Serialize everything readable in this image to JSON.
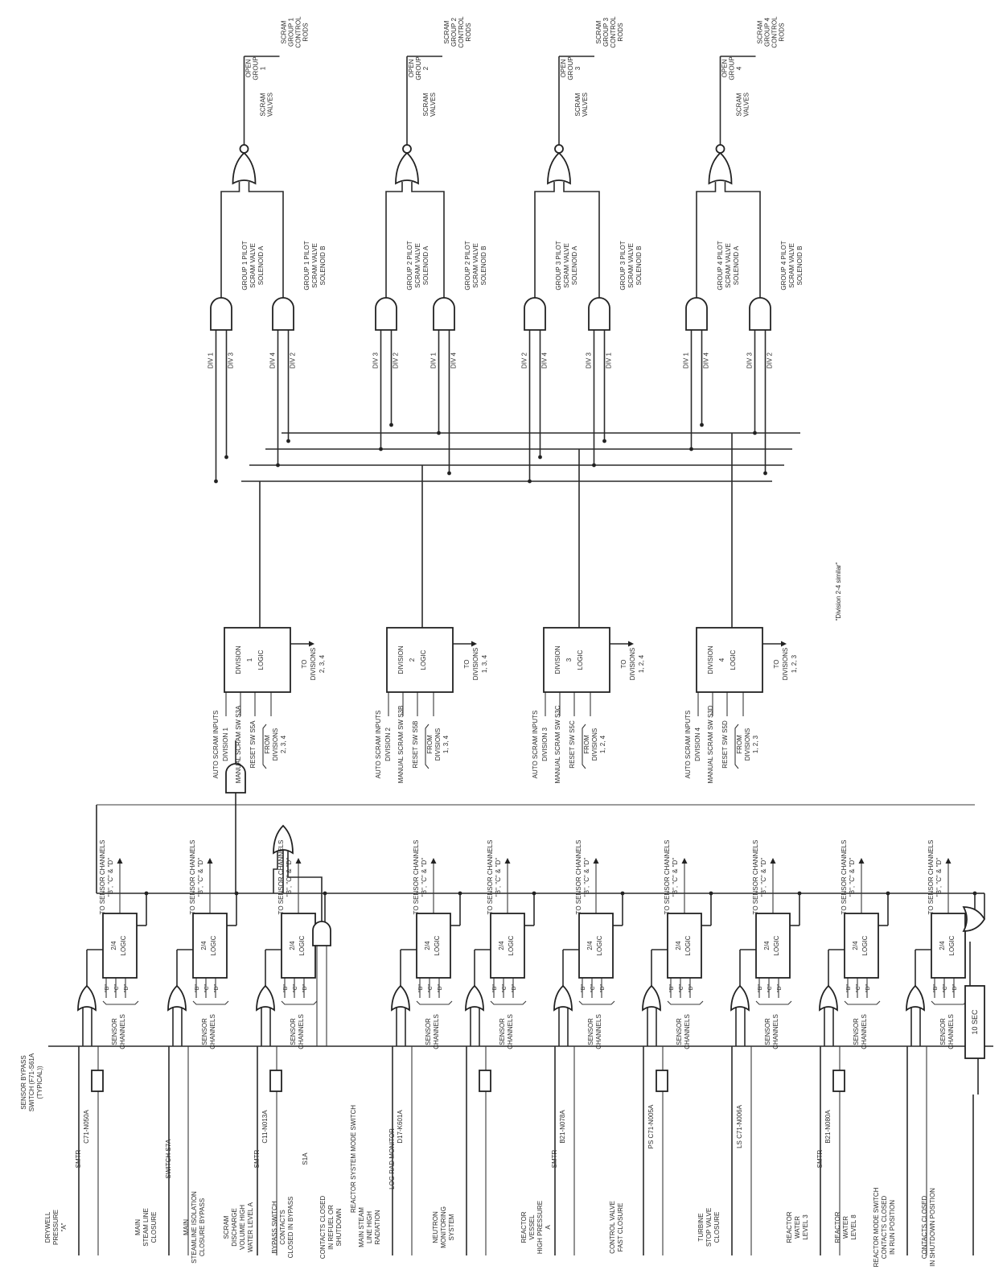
{
  "bypass_switch": [
    "SENSOR BYPASS",
    "SWITCH (F71-S61A",
    "(TYPICAL))"
  ],
  "sensor_inputs": [
    {
      "label": [
        "DRYWELL",
        "PRESSURE",
        "\"A\""
      ],
      "transmitter": "C71-N050A",
      "switch": "SMTR"
    },
    {
      "label": [
        "MAIN",
        "STEAM LINE",
        "CLOSURE"
      ],
      "switch": "SWITCH S7A"
    },
    {
      "label": [
        "MAIN",
        "STEAMLINE ISOLATION",
        "CLOSURE BYPASS"
      ]
    },
    {
      "label": [
        "SCRAM",
        "DISCHARGE",
        "VOLUME HIGH",
        "WATER LEVEL A"
      ],
      "transmitter": "C11-N013A",
      "switch": "SMTR"
    },
    {
      "label": [
        "BYPASS SWITCH",
        "CONTACTS",
        "CLOSED IN BYPASS"
      ],
      "switch": "S1A"
    },
    {
      "label": [
        "CONTACTS CLOSED",
        "IN REFUEL OR",
        "SHUTDOWN"
      ],
      "switch": "REACTOR SYSTEM MODE SWITCH"
    },
    {
      "label": [
        "MAIN STEAM",
        "LINE HIGH",
        "RADIATION"
      ],
      "transmitter": "D17-K601A",
      "switch": "LOG RAD MONITOR"
    },
    {
      "label": [
        "NEUTRON",
        "MONITORING",
        "SYSTEM"
      ]
    },
    {
      "label": [
        "REACTOR",
        "VESSEL",
        "HIGH PRESSURE",
        "A"
      ],
      "transmitter": "B21-N078A",
      "switch": "SMTR"
    },
    {
      "label": [
        "CONTROL VALVE",
        "FAST CLOSURE"
      ],
      "transmitter": "PS C71-N005A"
    },
    {
      "label": [
        "TURBINE",
        "STOP VALVE",
        "CLOSURE"
      ],
      "transmitter": "LS C71-N006A"
    },
    {
      "label": [
        "REACTOR",
        "WATER",
        "LEVEL 3"
      ],
      "transmitter": "B21-N080A",
      "switch": "SMTR"
    },
    {
      "label": [
        "REACTOR",
        "WATER",
        "LEVEL 8"
      ]
    },
    {
      "label": [
        "REACTOR MODE SWITCH",
        "CONTACTS CLOSED",
        "IN RUN POSITION"
      ]
    },
    {
      "label": [
        "CONTACTS CLOSED",
        "IN SHUTDOWN POSITION"
      ]
    }
  ],
  "sensor_channels_label": [
    "SENSOR",
    "CHANNELS"
  ],
  "channel_tags": [
    "\"B\"",
    "\"C\"",
    "\"D\""
  ],
  "logic_2of4": [
    "2/4",
    "LOGIC"
  ],
  "to_sensor_channels": [
    "TO SENSOR CHANNELS",
    "\"B\", \"C\" & \"D\""
  ],
  "time_delay": "10 SEC",
  "auto_scram": [
    "AUTO SCRAM INPUTS"
  ],
  "divisions": [
    {
      "title": "DIVISION 1",
      "manual": "MANUAL SCRAM SW S3A",
      "reset": "RESET SW  S5A",
      "from": [
        "FROM",
        "DIVISIONS",
        "2, 3, 4"
      ],
      "logic": [
        "DIVISION",
        "1",
        "LOGIC"
      ],
      "to": [
        "TO",
        "DIVISIONS",
        "2, 3, 4"
      ]
    },
    {
      "title": "DIVISION 2",
      "manual": "MANUAL SCRAM SW S3B",
      "reset": "RESET SW  S5B",
      "from": [
        "FROM",
        "DIVISIONS",
        "1, 3, 4"
      ],
      "logic": [
        "DIVISION",
        "2",
        "LOGIC"
      ],
      "to": [
        "TO",
        "DIVISIONS",
        "1, 3, 4"
      ]
    },
    {
      "title": "DIVISION 3",
      "manual": "MANUAL SCRAM SW S3C",
      "reset": "RESET SW  S5C",
      "from": [
        "FROM",
        "DIVISIONS",
        "1, 2, 4"
      ],
      "logic": [
        "DIVISION",
        "3",
        "LOGIC"
      ],
      "to": [
        "TO",
        "DIVISIONS",
        "1, 2, 4"
      ]
    },
    {
      "title": "DIVISION 4",
      "manual": "MANUAL SCRAM SW S3D",
      "reset": "RESET SW  S5D",
      "from": [
        "FROM",
        "DIVISIONS",
        "1, 2, 3"
      ],
      "logic": [
        "DIVISION",
        "4",
        "LOGIC"
      ],
      "to": [
        "TO",
        "DIVISIONS",
        "1, 2, 3"
      ]
    }
  ],
  "division_note": "\"Division 2-4 similar\"",
  "and_gate_inputs": [
    [
      "DIV 1",
      "DIV 3"
    ],
    [
      "DIV 4",
      "DIV 2"
    ],
    [
      "DIV 3",
      "DIV 2"
    ],
    [
      "DIV 1",
      "DIV 4"
    ],
    [
      "DIV 2",
      "DIV 4"
    ],
    [
      "DIV 3",
      "DIV 1"
    ],
    [
      "DIV 1",
      "DIV 4"
    ],
    [
      "DIV 3",
      "DIV 2"
    ]
  ],
  "scram_groups": [
    {
      "sol_a": [
        "GROUP 1 PILOT",
        "SCRAM VALVE",
        "SOLENOID A"
      ],
      "sol_b": [
        "GROUP 1 PILOT",
        "SCRAM VALVE",
        "SOLENOID B"
      ],
      "open": [
        "OPEN",
        "GROUP",
        "1",
        "SCRAM",
        "VALVES"
      ],
      "rods": [
        "SCRAM",
        "GROUP 1",
        "CONTROL",
        "RODS"
      ]
    },
    {
      "sol_a": [
        "GROUP 2 PILOT",
        "SCRAM VALVE",
        "SOLENOID A"
      ],
      "sol_b": [
        "GROUP 2 PILOT",
        "SCRAM VALVE",
        "SOLENOID B"
      ],
      "open": [
        "OPEN",
        "GROUP",
        "2",
        "SCRAM",
        "VALVES"
      ],
      "rods": [
        "SCRAM",
        "GROUP 2",
        "CONTROL",
        "RODS"
      ]
    },
    {
      "sol_a": [
        "GROUP 3 PILOT",
        "SCRAM VALVE",
        "SOLENOID A"
      ],
      "sol_b": [
        "GROUP 3 PILOT",
        "SCRAM VALVE",
        "SOLENOID B"
      ],
      "open": [
        "OPEN",
        "GROUP",
        "3",
        "SCRAM",
        "VALVES"
      ],
      "rods": [
        "SCRAM",
        "GROUP 3",
        "CONTROL",
        "RODS"
      ]
    },
    {
      "sol_a": [
        "GROUP 4 PILOT",
        "SCRAM VALVE",
        "SOLENOID A"
      ],
      "sol_b": [
        "GROUP 4 PILOT",
        "SCRAM VALVE",
        "SOLENOID B"
      ],
      "open": [
        "OPEN",
        "GROUP",
        "4",
        "SCRAM",
        "VALVES"
      ],
      "rods": [
        "SCRAM",
        "GROUP 4",
        "CONTROL",
        "RODS"
      ]
    }
  ]
}
